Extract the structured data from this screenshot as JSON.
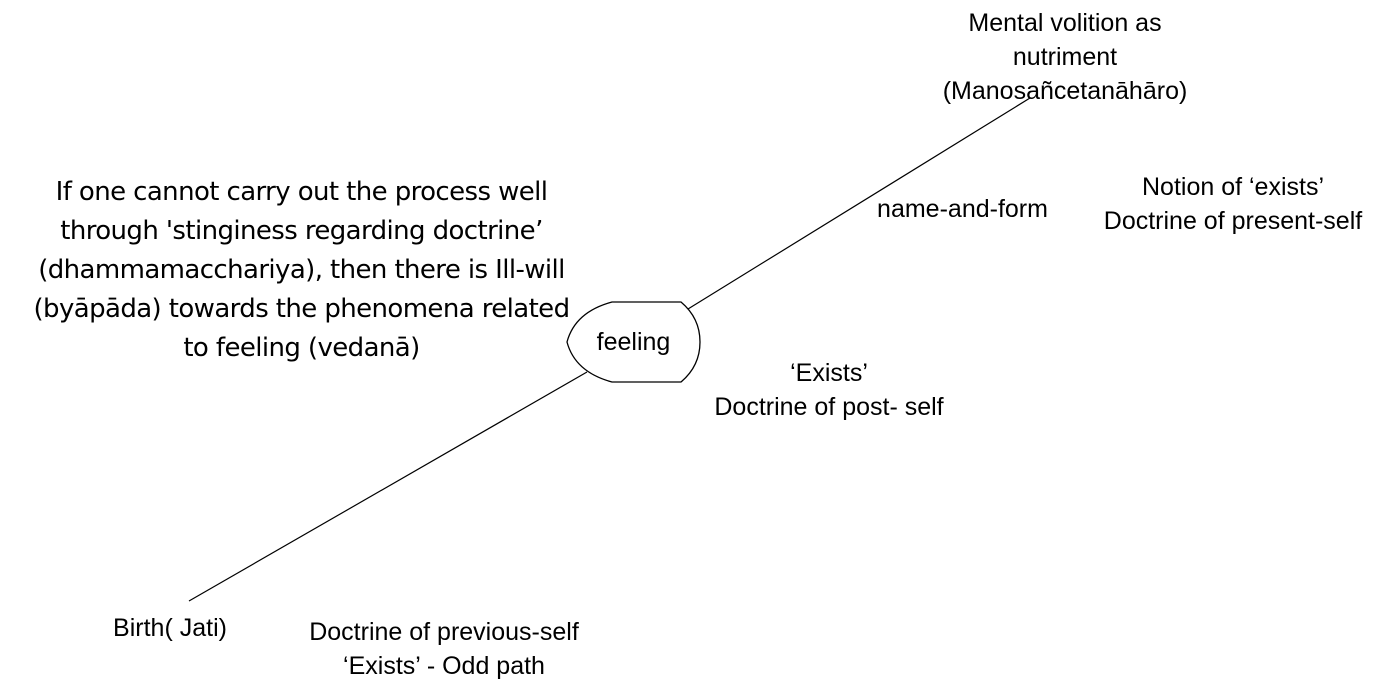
{
  "diagram": {
    "center_node": {
      "label": "feeling"
    },
    "nodes": {
      "top_right": {
        "lines": [
          "Mental volition as",
          "nutriment",
          "(Manosañcetanāhāro)"
        ]
      },
      "name_and_form": {
        "lines": [
          "name-and-form"
        ]
      },
      "present_self": {
        "lines": [
          "Notion of ‘exists’",
          "Doctrine of present-self"
        ]
      },
      "post_self": {
        "lines": [
          "‘Exists’",
          "Doctrine of post- self"
        ]
      },
      "birth": {
        "lines": [
          "Birth( Jati)"
        ]
      },
      "previous_self": {
        "lines": [
          "Doctrine of previous-self",
          "‘Exists’ - Odd path"
        ]
      }
    },
    "annotation": {
      "lines": [
        "If one cannot carry out the process well",
        "through 'stinginess regarding doctrine’",
        "(dhammamacchariya), then there is Ill-will",
        "(byāpāda) towards the phenomena related",
        "to feeling (vedanā)"
      ]
    },
    "edges": [
      {
        "from": "feeling",
        "to": "top_right"
      },
      {
        "from": "feeling",
        "to": "birth"
      }
    ]
  }
}
